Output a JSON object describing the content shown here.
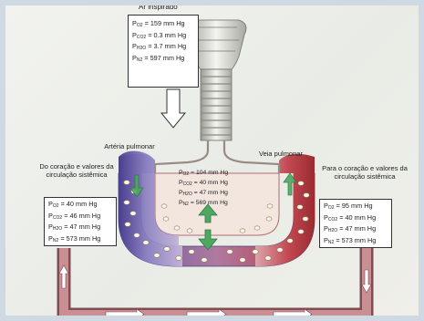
{
  "title_top": "Ar inspirado",
  "label_artery": "Artéria pulmonar",
  "label_vein": "Veia pulmonar",
  "label_left": "Do coração e valores da circulação sistêmica",
  "label_right": "Para o coração e valores da circulação sistêmica",
  "box_top": [
    {
      "gas": "P",
      "sub": "O2",
      "value": "= 159 mm Hg"
    },
    {
      "gas": "P",
      "sub": "CO2",
      "value": "= 0.3 mm Hg"
    },
    {
      "gas": "P",
      "sub": "H2O",
      "value": "= 3.7 mm Hg"
    },
    {
      "gas": "P",
      "sub": "N2",
      "value": "= 597 mm Hg"
    }
  ],
  "box_mid": [
    {
      "gas": "P",
      "sub": "O2",
      "value": "= 104 mm Hg"
    },
    {
      "gas": "P",
      "sub": "CO2",
      "value": "= 40 mm Hg"
    },
    {
      "gas": "P",
      "sub": "H2O",
      "value": "= 47 mm Hg"
    },
    {
      "gas": "P",
      "sub": "N2",
      "value": "= 569 mm Hg"
    }
  ],
  "box_left": [
    {
      "gas": "P",
      "sub": "O2",
      "value": "= 40 mm Hg"
    },
    {
      "gas": "P",
      "sub": "CO2",
      "value": "= 46 mm Hg"
    },
    {
      "gas": "P",
      "sub": "H2O",
      "value": "= 47 mm Hg"
    },
    {
      "gas": "P",
      "sub": "N2",
      "value": "= 573 mm Hg"
    }
  ],
  "box_right": [
    {
      "gas": "P",
      "sub": "O2",
      "value": "= 95 mm Hg"
    },
    {
      "gas": "P",
      "sub": "CO2",
      "value": "= 40 mm Hg"
    },
    {
      "gas": "P",
      "sub": "H2O",
      "value": "= 47 mm Hg"
    },
    {
      "gas": "P",
      "sub": "N2",
      "value": "= 573 mm Hg"
    }
  ],
  "colors": {
    "deoxygenated": "#5b4f9a",
    "oxygenated": "#b8343a",
    "circulation": "#9c5a5f",
    "arrow_green": "#4ea862",
    "frame": "#cfd9e4"
  },
  "icons": [
    "trachea-icon",
    "alveolus-icon",
    "blood-cells-icon",
    "diffusion-arrow-icon",
    "flow-arrow-icon"
  ]
}
